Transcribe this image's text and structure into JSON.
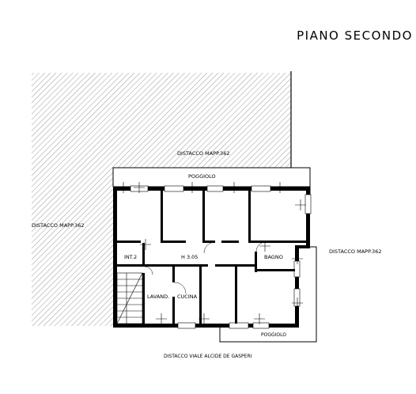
{
  "title": "PIANO SECONDO",
  "labels": {
    "distacco_top": "DISTACCO MAPP.362",
    "distacco_left": "DISTACCO MAPP.362",
    "distacco_right": "DISTACCO MAPP.362",
    "distacco_bottom": "DISTACCO VIALE ALCIDE DE GASPERI",
    "poggiolo_top": "POGGIOLO",
    "poggiolo_bottom": "POGGIOLO",
    "int": "INT.2",
    "height": "H 3.05",
    "bagno": "BAGNO",
    "lavand": "LAVAND.",
    "cucina": "CUCINA"
  }
}
